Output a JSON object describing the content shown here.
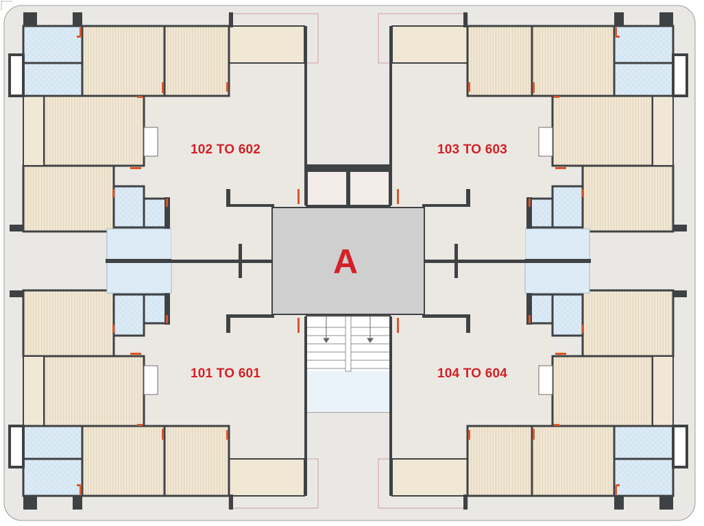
{
  "plan": {
    "tower_label": "A",
    "units": [
      {
        "label": "102 TO 602"
      },
      {
        "label": "103 TO 603"
      },
      {
        "label": "101 TO 601"
      },
      {
        "label": "104 TO 604"
      }
    ]
  },
  "colors": {
    "label": "#d42027",
    "wall": "#3f4244",
    "room_fill": "#f1e7d5",
    "bath_fill": "#dcebf6",
    "hall_fill": "#ebe8e2",
    "lobby_fill": "#cfcfcf",
    "site_fill": "#e9e8e4",
    "door": "#d9562a"
  }
}
